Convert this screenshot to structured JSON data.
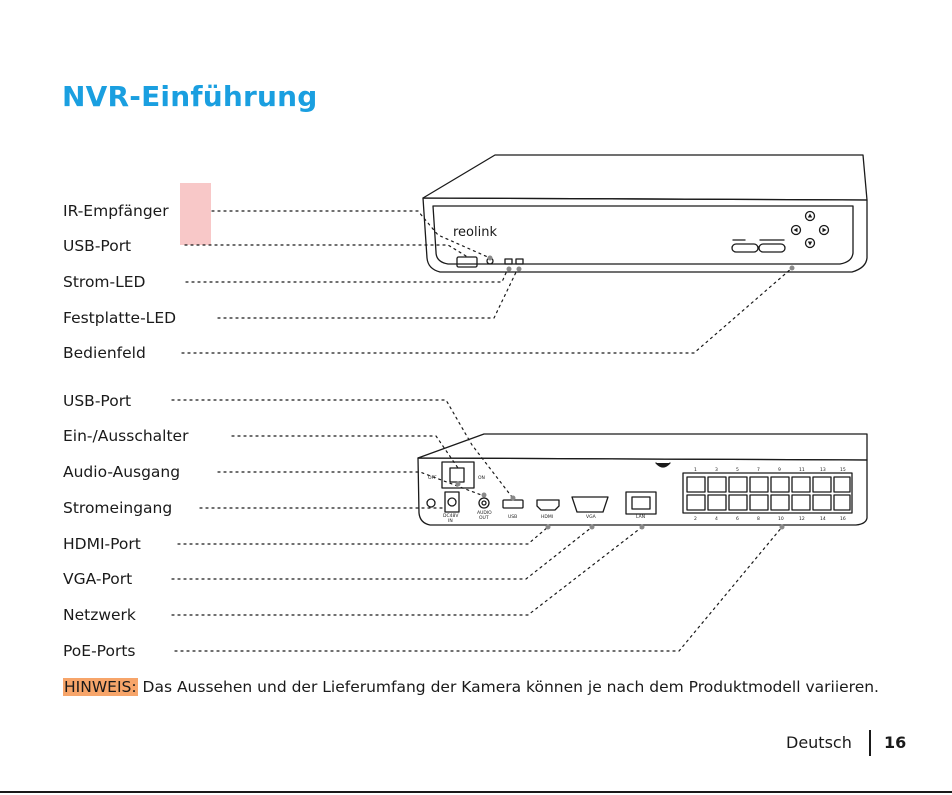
{
  "page": {
    "title": "NVR-Einführung",
    "language": "Deutsch",
    "page_number": "16"
  },
  "front_labels": [
    "IR-Empfänger",
    "USB-Port",
    "Strom-LED",
    "Festplatte-LED",
    "Bedienfeld"
  ],
  "rear_labels": [
    "USB-Port",
    "Ein-/Ausschalter",
    "Audio-Ausgang",
    "Stromeingang",
    "HDMI-Port",
    "VGA-Port",
    "Netzwerk",
    "PoE-Ports"
  ],
  "device": {
    "brand": "reolink",
    "rear_switch_off": "OFF",
    "rear_switch_on": "ON",
    "rear_dc": "DC48V",
    "rear_dc_in": "IN",
    "rear_audio": "AUDIO",
    "rear_audio_out": "OUT",
    "rear_usb": "USB",
    "rear_hdmi": "HDMI",
    "rear_vga": "VGA",
    "rear_lan": "LAN",
    "poe_top": [
      "1",
      "3",
      "5",
      "7",
      "9",
      "11",
      "13",
      "15"
    ],
    "poe_bottom": [
      "2",
      "4",
      "6",
      "8",
      "10",
      "12",
      "14",
      "16"
    ]
  },
  "note": {
    "label": "HINWEIS:",
    "text": " Das Aussehen und der Lieferumfang der Kamera können je nach dem Produktmodell variieren."
  },
  "colors": {
    "title": "#1a9fe0",
    "note_highlight": "#f7a56a",
    "marker_highlight": "#f8c8c8"
  }
}
